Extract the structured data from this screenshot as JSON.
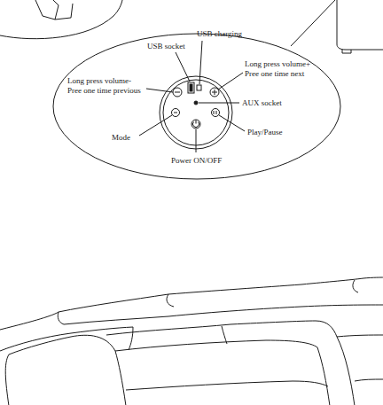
{
  "diagram": {
    "labels": [
      "USB charging",
      "USB socket",
      "Long press volume+ Pree one time next",
      "Long press volume- Pree one time previous",
      "AUX socket",
      "Mode",
      "Play/Pause",
      "Power ON/OFF"
    ]
  }
}
